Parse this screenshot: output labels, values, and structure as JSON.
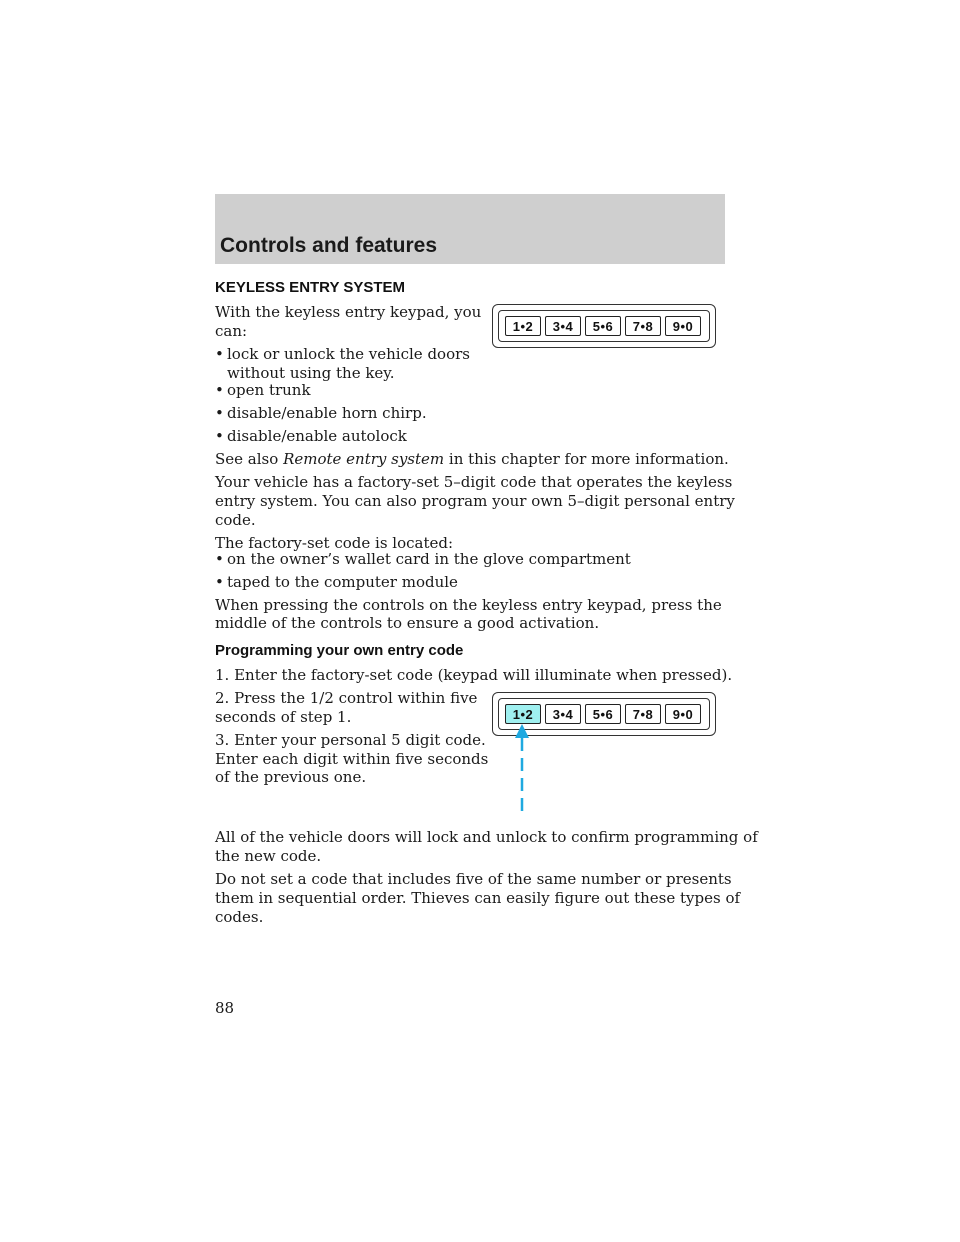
{
  "header": {
    "title": "Controls and features"
  },
  "section1": {
    "heading": "KEYLESS ENTRY SYSTEM",
    "intro_line1": "With the keyless entry keypad, you",
    "intro_line2": "can:",
    "bullets": [
      {
        "line1": "lock or unlock the vehicle doors",
        "line2": "without using the key."
      },
      {
        "line1": "open trunk"
      },
      {
        "line1": "disable/enable horn chirp."
      },
      {
        "line1": "disable/enable autolock"
      }
    ],
    "see_also_prefix": "See also",
    "see_also_italic": "Remote entry system",
    "see_also_suffix": "in this chapter for more information.",
    "para2_line1": "Your vehicle has a factory-set 5–digit code that operates the keyless",
    "para2_line2": "entry system. You can also program your own 5–digit personal entry",
    "para2_line3": "code.",
    "para3": "The factory-set code is located:",
    "located_bullets": [
      "on the owner’s wallet card in the glove compartment",
      "taped to the computer module"
    ],
    "para4_line1": "When pressing the controls on the keyless entry keypad, press the",
    "para4_line2": "middle of the controls to ensure a good activation."
  },
  "section2": {
    "heading": "Programming your own entry code",
    "step1": "1. Enter the factory-set code (keypad will illuminate when pressed).",
    "step2_line1": "2. Press the 1/2 control within five",
    "step2_line2": "seconds of step 1.",
    "step3_line1": "3. Enter your personal 5 digit code.",
    "step3_line2": "Enter each digit within five seconds",
    "step3_line3": "of the previous one.",
    "para5_line1": "All of the vehicle doors will lock and unlock to confirm programming of",
    "para5_line2": "the new code.",
    "para6_line1": "Do not set a code that includes five of the same number or presents",
    "para6_line2": "them in sequential order. Thieves can easily figure out these types of",
    "para6_line3": "codes."
  },
  "keypad": {
    "keys": [
      "1•2",
      "3•4",
      "5•6",
      "7•8",
      "9•0"
    ],
    "highlight_color": "#9ff0f0",
    "arrow_color": "#1fa9e0"
  },
  "page_number": "88",
  "bullet_symbol": "•"
}
